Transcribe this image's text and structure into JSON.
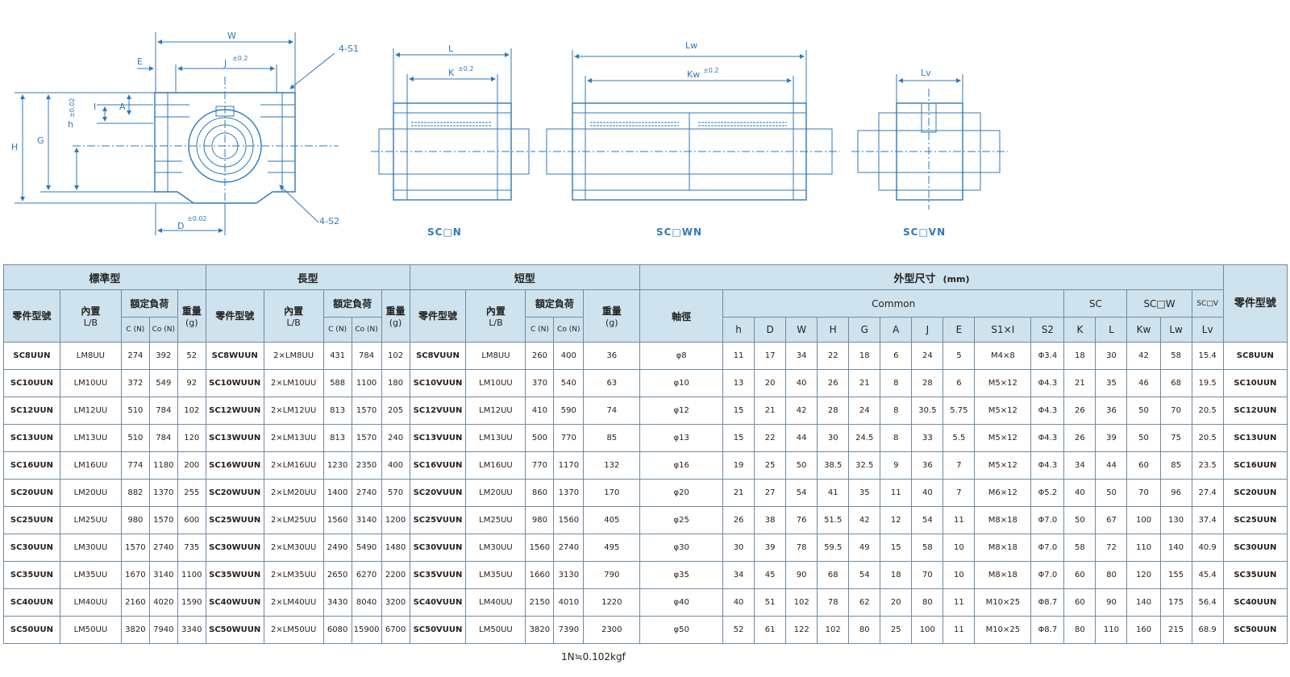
{
  "drawings": {
    "front": {
      "W": "W",
      "E": "E",
      "J": "J",
      "J_tol": "±0.2",
      "S1": "4-S1",
      "H": "H",
      "G": "G",
      "h": "h",
      "h_tol": "±0.02",
      "I": "I",
      "A": "A",
      "D": "D",
      "D_tol": "±0.02",
      "S2": "4-S2"
    },
    "side": {
      "L": "L",
      "K": "K",
      "K_tol": "±0.2",
      "caption": "SC□N"
    },
    "long": {
      "Lw": "Lw",
      "Kw": "Kw",
      "Kw_tol": "±0.2",
      "caption": "SC□WN"
    },
    "short": {
      "Lv": "Lv",
      "caption": "SC□VN"
    }
  },
  "header": {
    "standard": "標準型",
    "long": "長型",
    "short": "短型",
    "dims": "外型尺寸",
    "dims_unit": "(mm)",
    "part_no": "零件型號",
    "bearing": "內置",
    "bearing_sub": "L/B",
    "rated_load": "額定負荷",
    "weight": "重量",
    "weight_unit": "(g)",
    "c": "C (N)",
    "co": "Co (N)",
    "shaft": "軸徑",
    "common": "Common",
    "sc": "SC",
    "scw": "SC□W",
    "scv": "SC□V",
    "cols": [
      "h",
      "D",
      "W",
      "H",
      "G",
      "A",
      "J",
      "E",
      "S1×I",
      "S2",
      "K",
      "L",
      "Kw",
      "Lw",
      "Lv"
    ]
  },
  "rows": [
    {
      "sm": "SC8UUN",
      "sb": "LM8UU",
      "sc": "274",
      "sco": "392",
      "sw": "52",
      "lm": "SC8WUUN",
      "lb": "2×LM8UU",
      "lc": "431",
      "lco": "784",
      "lw": "102",
      "vm": "SC8VUUN",
      "vb": "LM8UU",
      "vc": "260",
      "vco": "400",
      "vw": "36",
      "shaft": "φ8",
      "h": "11",
      "D": "17",
      "W": "34",
      "H": "22",
      "G": "18",
      "A": "6",
      "J": "24",
      "E": "5",
      "S1I": "M4×8",
      "S2": "Φ3.4",
      "K": "18",
      "L": "30",
      "Kw": "42",
      "Lw": "58",
      "Lv": "15.4",
      "pn": "SC8UUN"
    },
    {
      "sm": "SC10UUN",
      "sb": "LM10UU",
      "sc": "372",
      "sco": "549",
      "sw": "92",
      "lm": "SC10WUUN",
      "lb": "2×LM10UU",
      "lc": "588",
      "lco": "1100",
      "lw": "180",
      "vm": "SC10VUUN",
      "vb": "LM10UU",
      "vc": "370",
      "vco": "540",
      "vw": "63",
      "shaft": "φ10",
      "h": "13",
      "D": "20",
      "W": "40",
      "H": "26",
      "G": "21",
      "A": "8",
      "J": "28",
      "E": "6",
      "S1I": "M5×12",
      "S2": "Φ4.3",
      "K": "21",
      "L": "35",
      "Kw": "46",
      "Lw": "68",
      "Lv": "19.5",
      "pn": "SC10UUN"
    },
    {
      "sm": "SC12UUN",
      "sb": "LM12UU",
      "sc": "510",
      "sco": "784",
      "sw": "102",
      "lm": "SC12WUUN",
      "lb": "2×LM12UU",
      "lc": "813",
      "lco": "1570",
      "lw": "205",
      "vm": "SC12VUUN",
      "vb": "LM12UU",
      "vc": "410",
      "vco": "590",
      "vw": "74",
      "shaft": "φ12",
      "h": "15",
      "D": "21",
      "W": "42",
      "H": "28",
      "G": "24",
      "A": "8",
      "J": "30.5",
      "E": "5.75",
      "S1I": "M5×12",
      "S2": "Φ4.3",
      "K": "26",
      "L": "36",
      "Kw": "50",
      "Lw": "70",
      "Lv": "20.5",
      "pn": "SC12UUN"
    },
    {
      "sm": "SC13UUN",
      "sb": "LM13UU",
      "sc": "510",
      "sco": "784",
      "sw": "120",
      "lm": "SC13WUUN",
      "lb": "2×LM13UU",
      "lc": "813",
      "lco": "1570",
      "lw": "240",
      "vm": "SC13VUUN",
      "vb": "LM13UU",
      "vc": "500",
      "vco": "770",
      "vw": "85",
      "shaft": "φ13",
      "h": "15",
      "D": "22",
      "W": "44",
      "H": "30",
      "G": "24.5",
      "A": "8",
      "J": "33",
      "E": "5.5",
      "S1I": "M5×12",
      "S2": "Φ4.3",
      "K": "26",
      "L": "39",
      "Kw": "50",
      "Lw": "75",
      "Lv": "20.5",
      "pn": "SC13UUN"
    },
    {
      "sm": "SC16UUN",
      "sb": "LM16UU",
      "sc": "774",
      "sco": "1180",
      "sw": "200",
      "lm": "SC16WUUN",
      "lb": "2×LM16UU",
      "lc": "1230",
      "lco": "2350",
      "lw": "400",
      "vm": "SC16VUUN",
      "vb": "LM16UU",
      "vc": "770",
      "vco": "1170",
      "vw": "132",
      "shaft": "φ16",
      "h": "19",
      "D": "25",
      "W": "50",
      "H": "38.5",
      "G": "32.5",
      "A": "9",
      "J": "36",
      "E": "7",
      "S1I": "M5×12",
      "S2": "Φ4.3",
      "K": "34",
      "L": "44",
      "Kw": "60",
      "Lw": "85",
      "Lv": "23.5",
      "pn": "SC16UUN"
    },
    {
      "sm": "SC20UUN",
      "sb": "LM20UU",
      "sc": "882",
      "sco": "1370",
      "sw": "255",
      "lm": "SC20WUUN",
      "lb": "2×LM20UU",
      "lc": "1400",
      "lco": "2740",
      "lw": "570",
      "vm": "SC20VUUN",
      "vb": "LM20UU",
      "vc": "860",
      "vco": "1370",
      "vw": "170",
      "shaft": "φ20",
      "h": "21",
      "D": "27",
      "W": "54",
      "H": "41",
      "G": "35",
      "A": "11",
      "J": "40",
      "E": "7",
      "S1I": "M6×12",
      "S2": "Φ5.2",
      "K": "40",
      "L": "50",
      "Kw": "70",
      "Lw": "96",
      "Lv": "27.4",
      "pn": "SC20UUN"
    },
    {
      "sm": "SC25UUN",
      "sb": "LM25UU",
      "sc": "980",
      "sco": "1570",
      "sw": "600",
      "lm": "SC25WUUN",
      "lb": "2×LM25UU",
      "lc": "1560",
      "lco": "3140",
      "lw": "1200",
      "vm": "SC25VUUN",
      "vb": "LM25UU",
      "vc": "980",
      "vco": "1560",
      "vw": "405",
      "shaft": "φ25",
      "h": "26",
      "D": "38",
      "W": "76",
      "H": "51.5",
      "G": "42",
      "A": "12",
      "J": "54",
      "E": "11",
      "S1I": "M8×18",
      "S2": "Φ7.0",
      "K": "50",
      "L": "67",
      "Kw": "100",
      "Lw": "130",
      "Lv": "37.4",
      "pn": "SC25UUN"
    },
    {
      "sm": "SC30UUN",
      "sb": "LM30UU",
      "sc": "1570",
      "sco": "2740",
      "sw": "735",
      "lm": "SC30WUUN",
      "lb": "2×LM30UU",
      "lc": "2490",
      "lco": "5490",
      "lw": "1480",
      "vm": "SC30VUUN",
      "vb": "LM30UU",
      "vc": "1560",
      "vco": "2740",
      "vw": "495",
      "shaft": "φ30",
      "h": "30",
      "D": "39",
      "W": "78",
      "H": "59.5",
      "G": "49",
      "A": "15",
      "J": "58",
      "E": "10",
      "S1I": "M8×18",
      "S2": "Φ7.0",
      "K": "58",
      "L": "72",
      "Kw": "110",
      "Lw": "140",
      "Lv": "40.9",
      "pn": "SC30UUN"
    },
    {
      "sm": "SC35UUN",
      "sb": "LM35UU",
      "sc": "1670",
      "sco": "3140",
      "sw": "1100",
      "lm": "SC35WUUN",
      "lb": "2×LM35UU",
      "lc": "2650",
      "lco": "6270",
      "lw": "2200",
      "vm": "SC35VUUN",
      "vb": "LM35UU",
      "vc": "1660",
      "vco": "3130",
      "vw": "790",
      "shaft": "φ35",
      "h": "34",
      "D": "45",
      "W": "90",
      "H": "68",
      "G": "54",
      "A": "18",
      "J": "70",
      "E": "10",
      "S1I": "M8×18",
      "S2": "Φ7.0",
      "K": "60",
      "L": "80",
      "Kw": "120",
      "Lw": "155",
      "Lv": "45.4",
      "pn": "SC35UUN"
    },
    {
      "sm": "SC40UUN",
      "sb": "LM40UU",
      "sc": "2160",
      "sco": "4020",
      "sw": "1590",
      "lm": "SC40WUUN",
      "lb": "2×LM40UU",
      "lc": "3430",
      "lco": "8040",
      "lw": "3200",
      "vm": "SC40VUUN",
      "vb": "LM40UU",
      "vc": "2150",
      "vco": "4010",
      "vw": "1220",
      "shaft": "φ40",
      "h": "40",
      "D": "51",
      "W": "102",
      "H": "78",
      "G": "62",
      "A": "20",
      "J": "80",
      "E": "11",
      "S1I": "M10×25",
      "S2": "Φ8.7",
      "K": "60",
      "L": "90",
      "Kw": "140",
      "Lw": "175",
      "Lv": "56.4",
      "pn": "SC40UUN"
    },
    {
      "sm": "SC50UUN",
      "sb": "LM50UU",
      "sc": "3820",
      "sco": "7940",
      "sw": "3340",
      "lm": "SC50WUUN",
      "lb": "2×LM50UU",
      "lc": "6080",
      "lco": "15900",
      "lw": "6700",
      "vm": "SC50VUUN",
      "vb": "LM50UU",
      "vc": "3820",
      "vco": "7390",
      "vw": "2300",
      "shaft": "φ50",
      "h": "52",
      "D": "61",
      "W": "122",
      "H": "102",
      "G": "80",
      "A": "25",
      "J": "100",
      "E": "11",
      "S1I": "M10×25",
      "S2": "Φ8.7",
      "K": "80",
      "L": "110",
      "Kw": "160",
      "Lw": "215",
      "Lv": "68.9",
      "pn": "SC50UUN"
    }
  ],
  "footnote": "1N≒0.102kgf"
}
